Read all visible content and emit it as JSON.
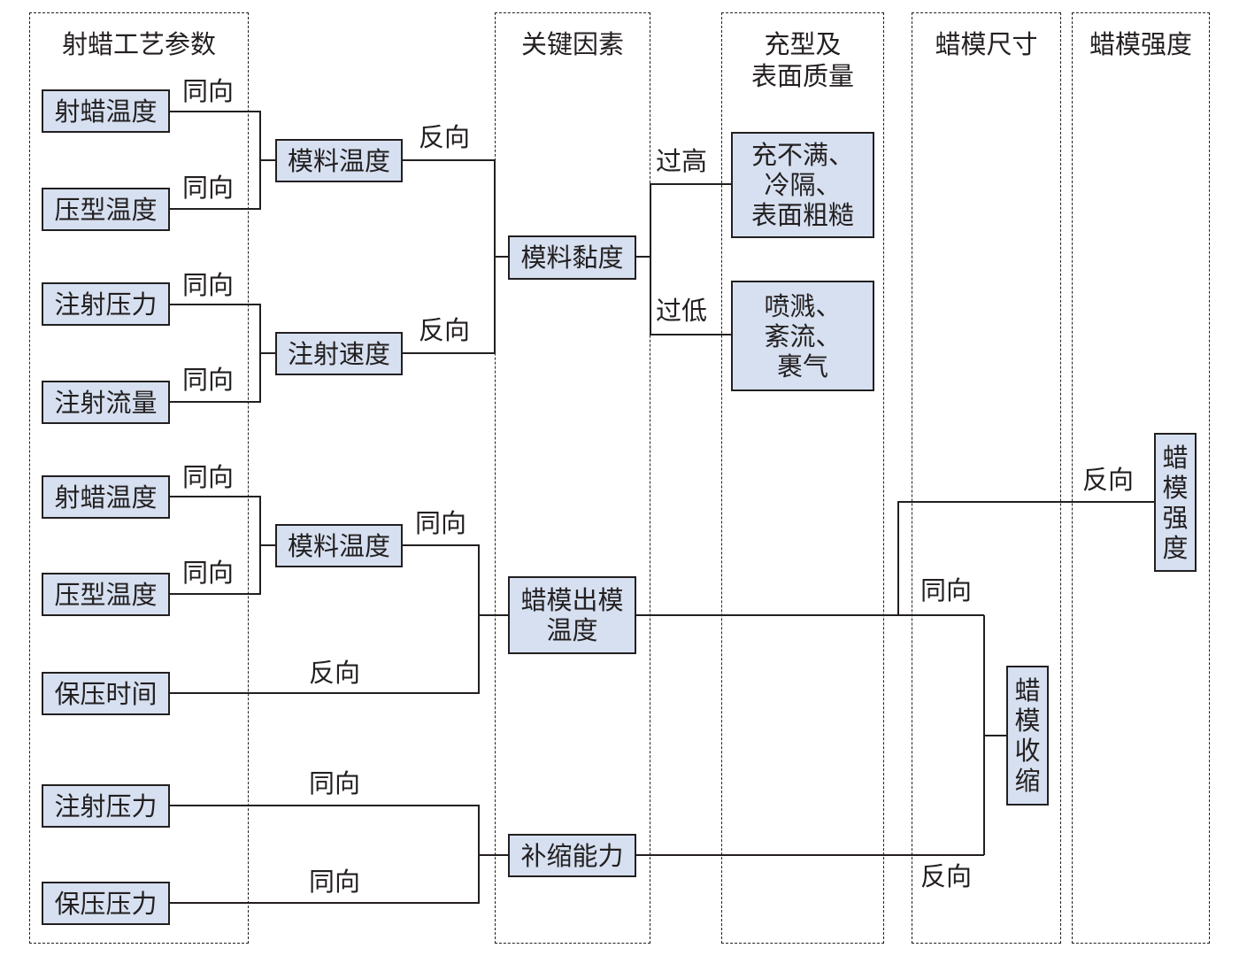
{
  "columns": {
    "params": "射蜡工艺参数",
    "key": "关键因素",
    "fill": "充型及\n表面质量",
    "size": "蜡模尺寸",
    "strength": "蜡模强度"
  },
  "params": [
    "射蜡温度",
    "压型温度",
    "注射压力",
    "注射流量",
    "射蜡温度",
    "压型温度",
    "保压时间",
    "注射压力",
    "保压压力"
  ],
  "intermediate": [
    "模料温度",
    "注射速度",
    "模料温度"
  ],
  "key": {
    "viscosity": "模料黏度",
    "exit_temp": "蜡模出模\n温度",
    "feeding": "补缩能力"
  },
  "defects": {
    "high": "充不满、\n冷隔、\n表面粗糙",
    "low": "喷溅、\n紊流、\n裹气"
  },
  "shrink": "蜡\n模\n收\n缩",
  "strength": "蜡\n模\n强\n度",
  "labels": {
    "same": "同向",
    "reverse": "反向",
    "too_high": "过高",
    "too_low": "过低"
  }
}
